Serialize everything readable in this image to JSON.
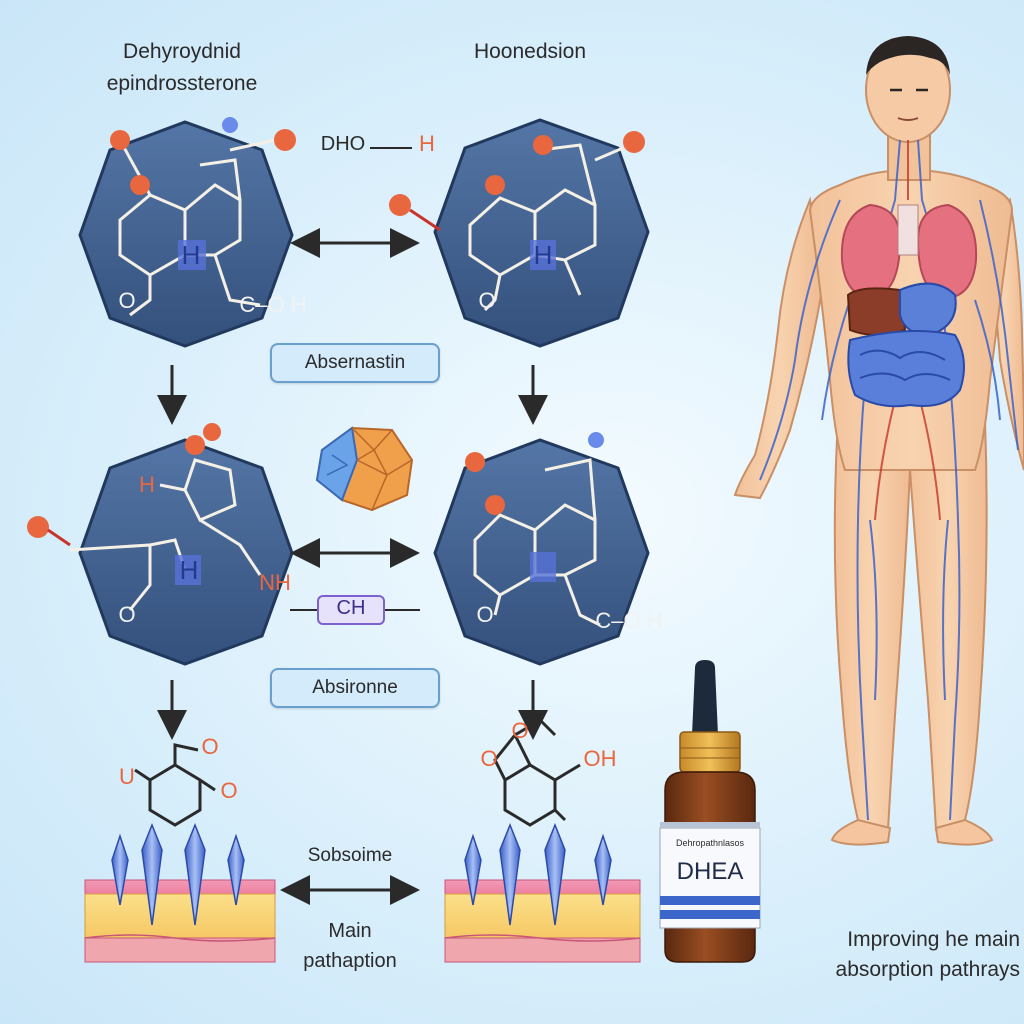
{
  "titles": {
    "top_left_line1": "Dehyroydnid",
    "top_left_line2": "epindrossterone",
    "top_right": "Hoonedsion"
  },
  "molecule_labels": {
    "dho_h": "DHO",
    "dho_h_right": "H",
    "h_top_left": "H",
    "h_mid_left": "H",
    "c_oh_top": "C–O H",
    "o_top_left": "O",
    "o_top_right": "O",
    "nh": "NH",
    "ch": "CH",
    "c_oh_mid_right": "C–O H",
    "o_mid_left": "O",
    "o_mid_right": "O",
    "h_mid_right": "H",
    "h_top_right": "H",
    "u_bottom": "U",
    "o_bottom_1": "O",
    "o_bottom_2": "O",
    "oh_bottom": "OH",
    "o_bottom_3": "O",
    "o_bottom_4": "O"
  },
  "boxes": {
    "top": "Absernastin",
    "mid": "Absironne"
  },
  "bottom": {
    "center_top": "Sobsoime",
    "center_line1": "Main",
    "center_line2": "pathaption",
    "caption_line1": "Improving he main",
    "caption_line2": "absorption pathrays"
  },
  "bottle": {
    "label_small": "Dehropathnlasos",
    "label_big": "DHEA"
  },
  "colors": {
    "hexagon_fill": "#3f5f8c",
    "hexagon_stroke": "#22395e",
    "oxygen": "#e9673f",
    "accent_blue": "#5872d8",
    "skin": "#f6c9a3",
    "vein": "#3d63c9",
    "bottle": "#7a3b1a"
  },
  "icons": [
    "molecule-hexagon-icon",
    "double-arrow-icon",
    "down-arrow-icon",
    "crystal-icon",
    "benzene-ring-icon",
    "skin-layer-icon",
    "dropper-bottle-icon",
    "human-body-icon"
  ]
}
